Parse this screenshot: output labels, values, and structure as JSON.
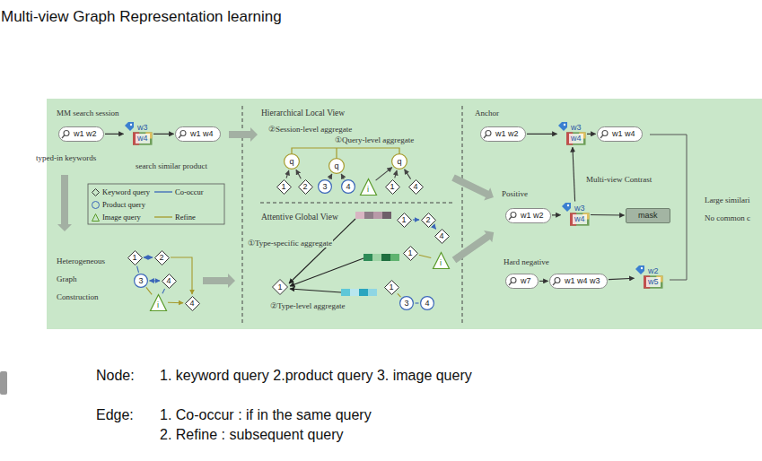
{
  "diagram": {
    "title": "Multi-view Graph Representation learning",
    "nodes": [
      {
        "text": [
          "w1 w2"
        ]
      },
      {
        "text": [
          "w3",
          "w4"
        ]
      },
      {
        "text": [
          "w1 w4"
        ]
      },
      {
        "text": [
          "1"
        ]
      },
      {
        "text": [
          "2"
        ]
      },
      {
        "text": [
          "3"
        ]
      },
      {
        "text": [
          "4"
        ]
      },
      {
        "text": [
          "i"
        ]
      },
      {
        "text": [
          "4"
        ]
      },
      {
        "text": [
          "q"
        ]
      },
      {
        "text": [
          "q"
        ]
      },
      {
        "text": [
          "q"
        ]
      },
      {
        "text": [
          "1"
        ]
      },
      {
        "text": [
          "2"
        ]
      },
      {
        "text": [
          "3"
        ]
      },
      {
        "text": [
          "4"
        ]
      },
      {
        "text": [
          "i"
        ]
      },
      {
        "text": [
          "1"
        ]
      },
      {
        "text": [
          "4"
        ]
      },
      {
        "text": [
          "1"
        ]
      },
      {
        "text": [
          "2"
        ]
      },
      {
        "text": [
          "4"
        ]
      },
      {
        "text": [
          "1"
        ]
      },
      {
        "text": [
          "i"
        ]
      },
      {
        "text": [
          "1"
        ]
      },
      {
        "text": [
          "1"
        ]
      },
      {
        "text": [
          "3"
        ]
      },
      {
        "text": [
          "4"
        ]
      },
      {
        "text": [
          "w1 w2"
        ]
      },
      {
        "text": [
          "w3",
          "w4"
        ]
      },
      {
        "text": [
          "w1 w4"
        ]
      },
      {
        "text": [
          "w1 w2"
        ]
      },
      {
        "text": [
          "w3",
          "w4"
        ]
      },
      {
        "text": [
          "mask"
        ]
      },
      {
        "text": [
          "w7"
        ]
      },
      {
        "text": [
          "w1 w4 w3"
        ]
      },
      {
        "text": [
          "w2",
          "w5"
        ]
      }
    ],
    "edges": [
      {
        "from": 0,
        "to": 1,
        "arrow": "to"
      },
      {
        "from": 1,
        "to": 2,
        "arrow": "to"
      },
      {
        "from": 3,
        "to": 4,
        "arrow": "both"
      },
      {
        "from": 5,
        "to": 6,
        "arrow": "both"
      },
      {
        "from": 3,
        "to": 5,
        "arrow": "none"
      },
      {
        "from": 6,
        "to": 7,
        "arrow": "none"
      },
      {
        "from": 5,
        "to": 7,
        "arrow": "none"
      },
      {
        "from": 4,
        "to": 8,
        "arrow": "to"
      },
      {
        "from": 7,
        "to": 8,
        "arrow": "to"
      },
      {
        "from": 12,
        "to": 9,
        "arrow": "to"
      },
      {
        "from": 13,
        "to": 9,
        "arrow": "to"
      },
      {
        "from": 14,
        "to": 10,
        "arrow": "to"
      },
      {
        "from": 15,
        "to": 10,
        "arrow": "to"
      },
      {
        "from": 16,
        "to": 11,
        "arrow": "to"
      },
      {
        "from": 17,
        "to": 11,
        "arrow": "to"
      },
      {
        "from": 18,
        "to": 11,
        "arrow": "to"
      },
      {
        "from": 19,
        "to": 20,
        "arrow": "to"
      },
      {
        "from": 20,
        "to": 21,
        "arrow": "to"
      },
      {
        "from": 22,
        "to": 23,
        "arrow": "none"
      },
      {
        "from": 25,
        "to": 26,
        "arrow": "none"
      },
      {
        "from": 26,
        "to": 27,
        "arrow": "none"
      },
      {
        "from": 28,
        "to": 29,
        "arrow": "to"
      },
      {
        "from": 29,
        "to": 30,
        "arrow": "to"
      },
      {
        "from": 31,
        "to": 32,
        "arrow": "to"
      },
      {
        "from": 32,
        "to": 33,
        "arrow": "to"
      },
      {
        "from": 32,
        "to": 29,
        "arrow": "to"
      },
      {
        "from": 34,
        "to": 35,
        "arrow": "to"
      },
      {
        "from": 35,
        "to": 36,
        "arrow": "to"
      }
    ],
    "labels": [
      "MM search session",
      "typed-in keywords",
      "search similar product",
      "Heterogeneous Graph Construction",
      "Hierarchical Local View",
      "②Session-level aggregate",
      "①Query-level aggregate",
      "Attentive Global View",
      "①Type-specific aggregate",
      "②Type-level aggregate",
      "Anchor",
      "Positive",
      "Multi-view Contrast",
      "Hard negative",
      "Large similari",
      "No common c",
      "Node:",
      "1. keyword query 2.product query 3. image query",
      "Edge:",
      "1. Co-occur : if in the same query",
      "2. Refine : subsequent query"
    ],
    "legend": [
      {
        "text": "Keyword query"
      },
      {
        "text": "Co-occur"
      },
      {
        "text": "Product query"
      },
      {
        "text": "Image query"
      },
      {
        "text": "Refine"
      }
    ]
  }
}
